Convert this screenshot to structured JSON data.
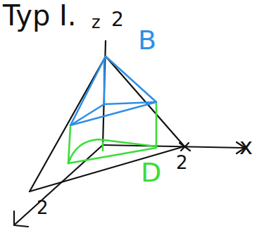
{
  "diagram": {
    "labels": [
      "Typ I.",
      "z",
      "2",
      "B",
      "2",
      "x",
      "D",
      "2"
    ]
  }
}
